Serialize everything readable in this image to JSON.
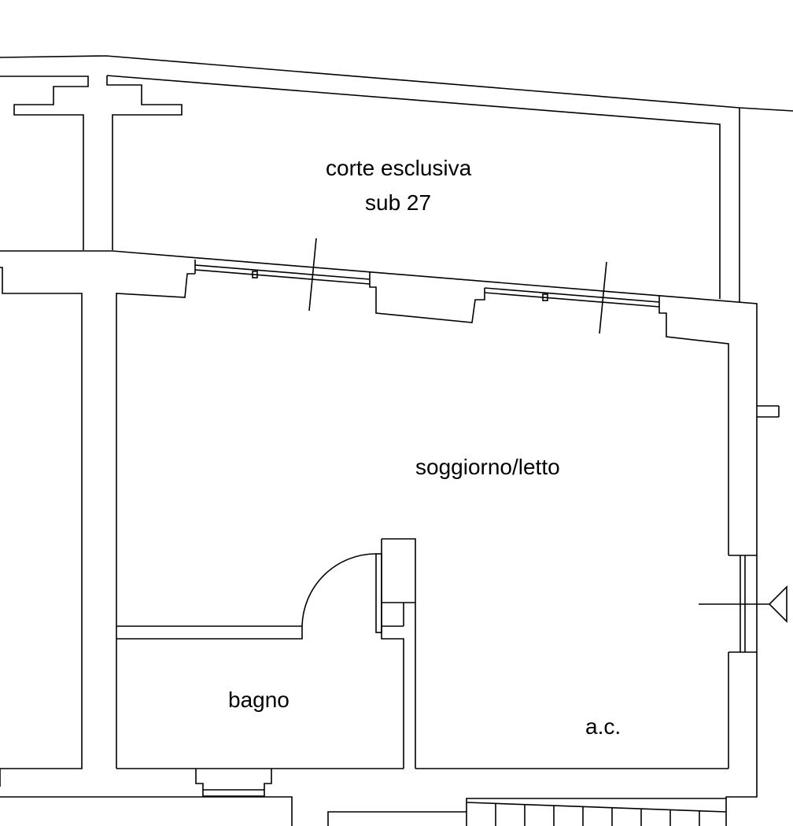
{
  "rooms": {
    "court": {
      "line1": "corte esclusiva",
      "line2": "sub 27"
    },
    "living": {
      "label": "soggiorno/letto"
    },
    "bath": {
      "label": "bagno"
    },
    "ac": {
      "label": "a.c."
    }
  },
  "colors": {
    "line": "#000000",
    "background": "#ffffff"
  }
}
